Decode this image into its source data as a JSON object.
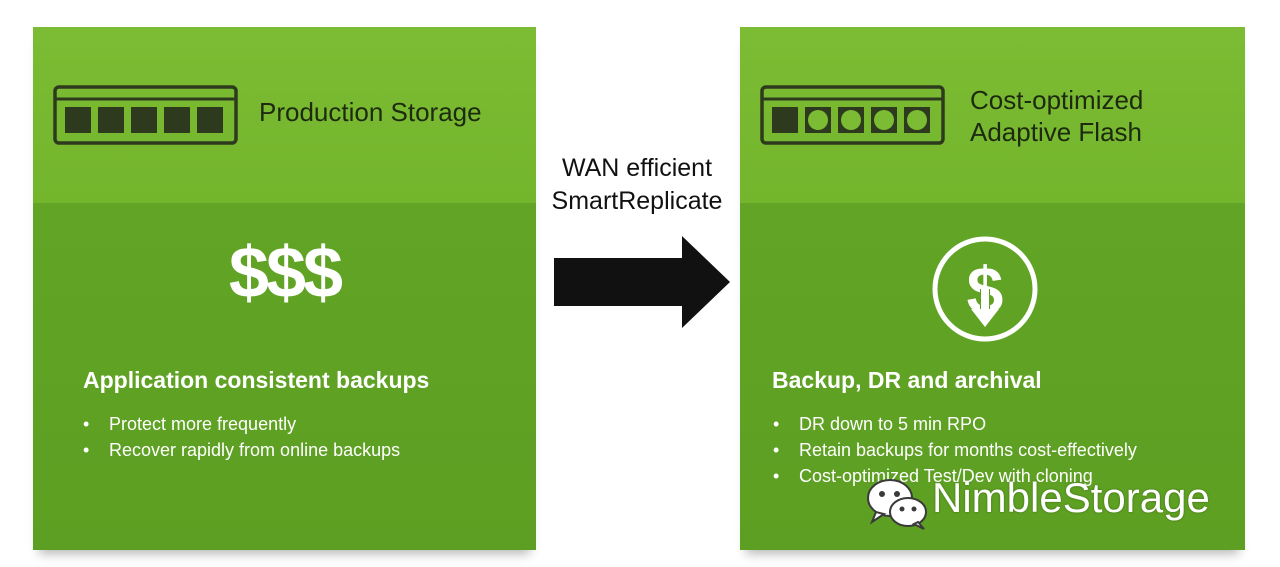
{
  "left_panel": {
    "title": "Production Storage",
    "icon": "storage-drive-icon",
    "money_symbol": "$$$",
    "heading": "Application consistent backups",
    "bullets": [
      "Protect more frequently",
      "Recover rapidly from online backups"
    ]
  },
  "right_panel": {
    "title_lines": [
      "Cost-optimized",
      "Adaptive Flash"
    ],
    "icon": "flash-storage-drive-icon",
    "money_icon": "dollar-down-arrow-icon",
    "heading": "Backup, DR and archival",
    "bullets": [
      "DR down to 5 min RPO",
      "Retain backups for months cost-effectively",
      "Cost-optimized Test/Dev with cloning"
    ]
  },
  "connector": {
    "label_lines": [
      "WAN efficient",
      "SmartReplicate"
    ],
    "icon": "right-arrow-icon"
  },
  "watermark": {
    "icon": "wechat-icon",
    "text": "NimbleStorage"
  },
  "bullet_symbol": "•",
  "colors": {
    "panel_top": "#7cbc34",
    "panel_bottom": "#5d9f22",
    "icon_dark": "#2e3a1e",
    "text_dark": "#1d2a10",
    "arrow": "#111111",
    "text_light": "#ffffff"
  }
}
